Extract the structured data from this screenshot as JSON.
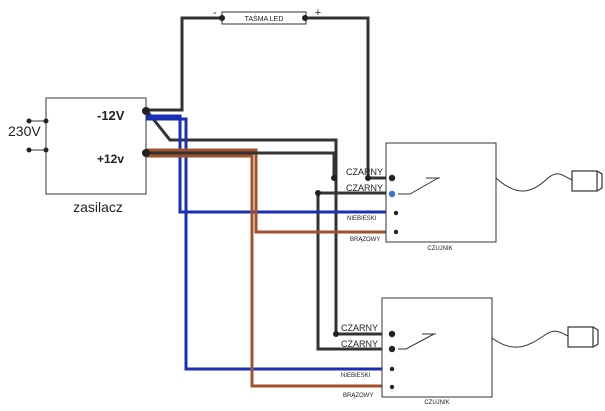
{
  "led_strip": {
    "label": "TAŚMA LED",
    "minus": "-",
    "plus": "+"
  },
  "power_supply": {
    "name": "zasilacz",
    "input": "230V",
    "neg_out": "-12V",
    "pos_out": "+12v"
  },
  "sensor_1": {
    "name": "CZUJNIK",
    "wires": [
      "CZARNY",
      "CZARNY",
      "NIEBIESKI",
      "BRĄZOWY"
    ]
  },
  "sensor_2": {
    "name": "CZUJNIK",
    "wires": [
      "CZARNY",
      "CZARNY",
      "NIEBIESKI",
      "BRĄZOWY"
    ]
  },
  "colors": {
    "black_wire": "#333333",
    "blue_wire": "#1a2fb5",
    "brown_wire": "#a0522d",
    "terminal_blue": "#3a6fd8"
  }
}
